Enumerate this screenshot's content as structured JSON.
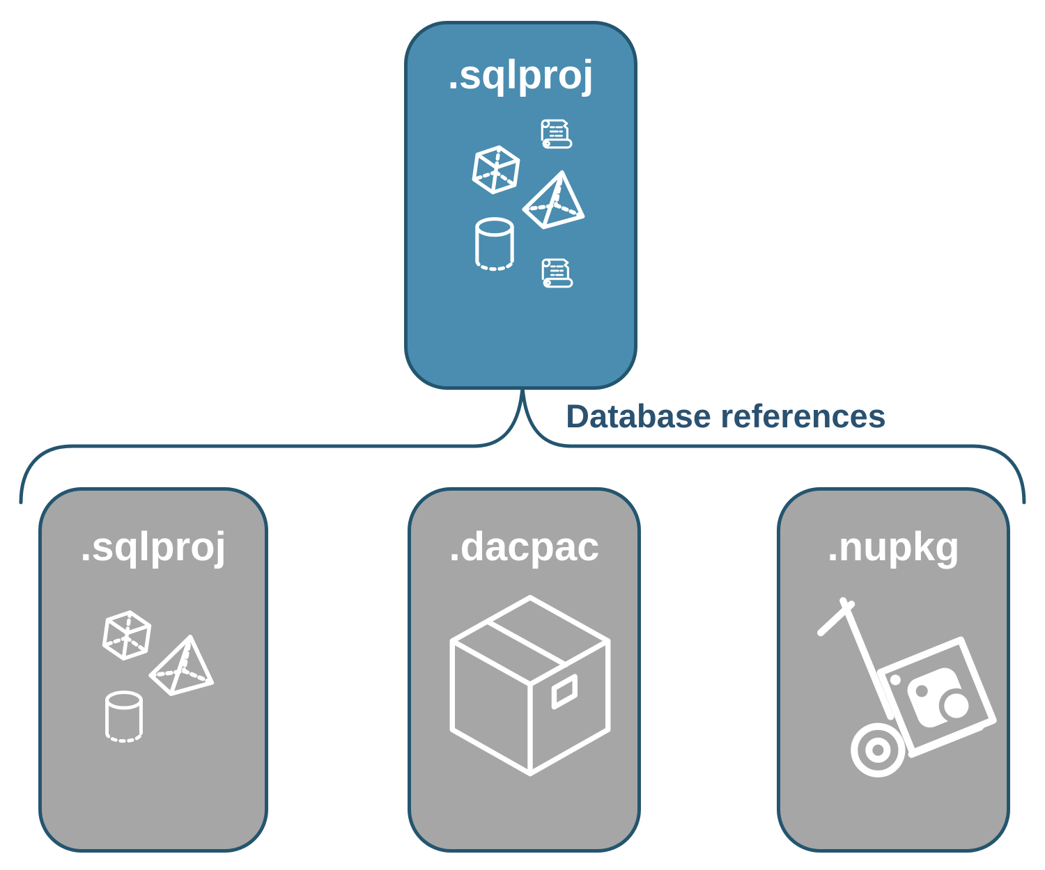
{
  "diagram": {
    "root_node": {
      "label": ".sqlproj",
      "icons": [
        "cube-icon",
        "scroll-icon",
        "pyramid-icon",
        "cylinder-icon",
        "scroll-icon"
      ]
    },
    "connector": {
      "label": "Database references"
    },
    "child_nodes": [
      {
        "label": ".sqlproj",
        "icons": [
          "cube-icon",
          "pyramid-icon",
          "cylinder-icon"
        ]
      },
      {
        "label": ".dacpac",
        "icons": [
          "package-box-icon"
        ]
      },
      {
        "label": ".nupkg",
        "icons": [
          "hand-truck-nuget-icon"
        ]
      }
    ],
    "colors": {
      "root_fill": "#4A8DB0",
      "child_fill": "#A6A6A6",
      "outline": "#24556F",
      "label_text": "#2A5170",
      "node_label": "#FFFFFF",
      "icon_stroke": "#FFFFFF"
    }
  }
}
